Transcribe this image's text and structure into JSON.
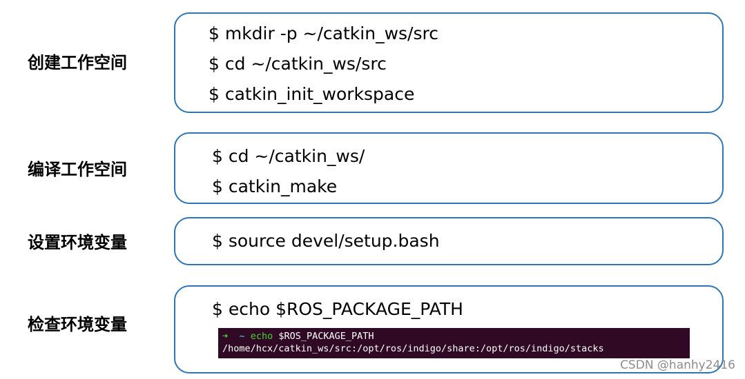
{
  "steps": [
    {
      "label": "创建工作空间",
      "commands": [
        "$ mkdir -p ~/catkin_ws/src",
        "$ cd ~/catkin_ws/src",
        "$ catkin_init_workspace"
      ]
    },
    {
      "label": "编译工作空间",
      "commands": [
        "$ cd ~/catkin_ws/",
        "$ catkin_make"
      ]
    },
    {
      "label": "设置环境变量",
      "commands": [
        "$ source devel/setup.bash"
      ]
    },
    {
      "label": "检查环境变量",
      "commands": [
        "$ echo $ROS_PACKAGE_PATH"
      ]
    }
  ],
  "terminal": {
    "prompt_arrow": "➜",
    "prompt_dir": "~",
    "command": "echo",
    "argument": "$ROS_PACKAGE_PATH",
    "output": "/home/hcx/catkin_ws/src:/opt/ros/indigo/share:/opt/ros/indigo/stacks"
  },
  "watermark": "CSDN @hanhy2416",
  "colors": {
    "box_border": "#2e75b6",
    "terminal_bg": "#300a24",
    "terminal_green": "#4bd33a",
    "terminal_blue": "#57c7ff"
  }
}
